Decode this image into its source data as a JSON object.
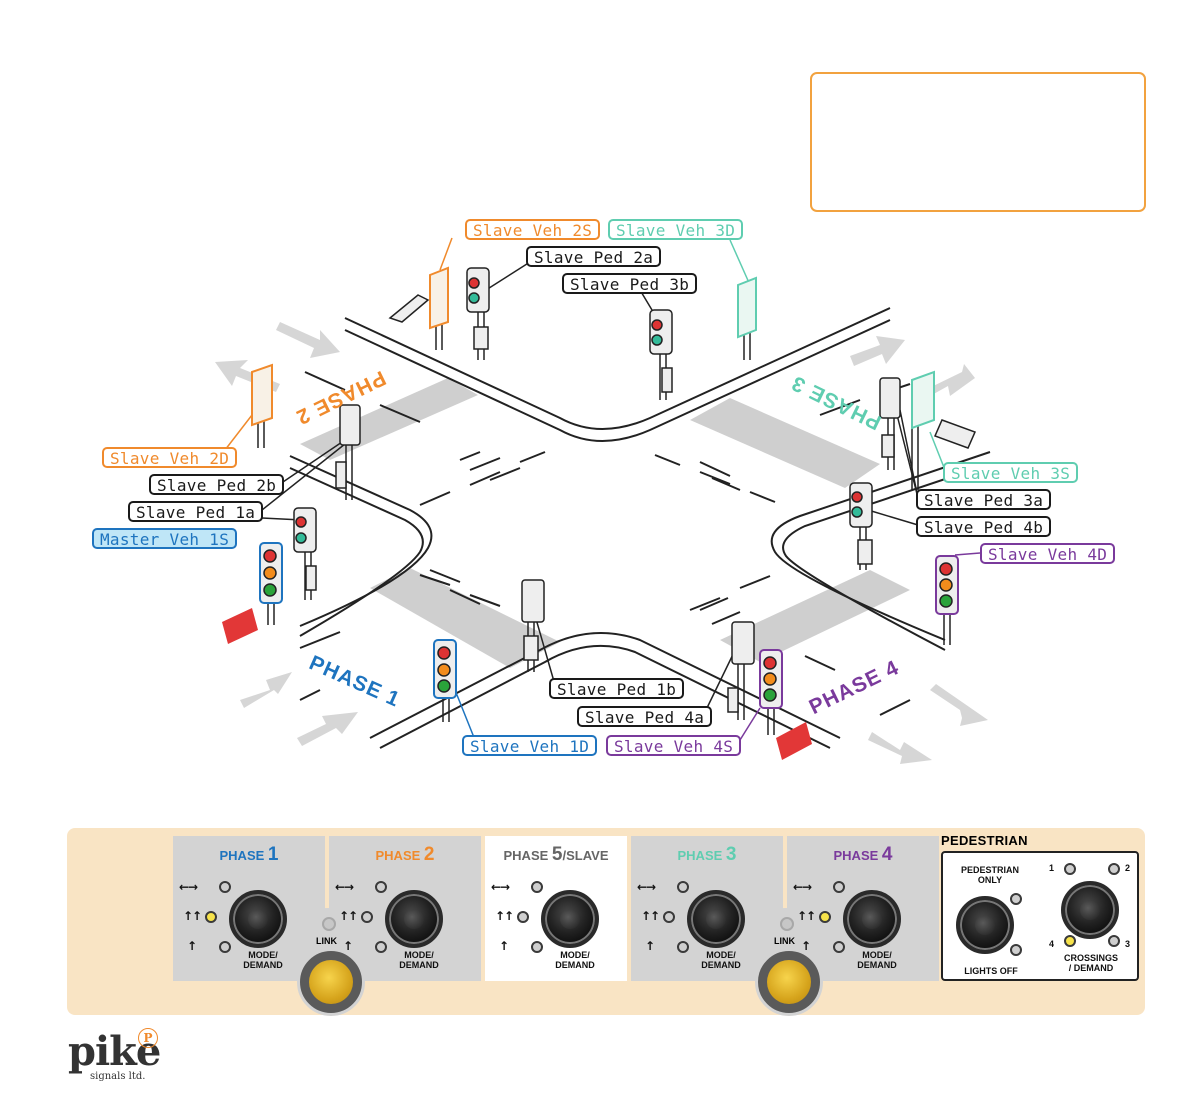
{
  "colors": {
    "phase1": "#1e74bf",
    "phase2": "#f08a2c",
    "phase3": "#5fcdb0",
    "phase4": "#7a3a9c",
    "slave_phase": "#666666",
    "panel_bg": "#f9e4c4",
    "group_bg": "#d3d3d3",
    "info_border": "#f2a23f",
    "led_on": "#f6e24a"
  },
  "diagram": {
    "phase_labels": {
      "phase1": "PHASE 1",
      "phase2": "PHASE 2",
      "phase3": "PHASE 3",
      "phase4": "PHASE 4"
    },
    "callouts": {
      "slave_veh_2s": "Slave Veh 2S",
      "slave_veh_3d": "Slave Veh 3D",
      "slave_ped_2a": "Slave Ped 2a",
      "slave_ped_3b": "Slave Ped 3b",
      "slave_veh_2d": "Slave Veh 2D",
      "slave_ped_2b": "Slave Ped 2b",
      "slave_ped_1a": "Slave Ped 1a",
      "master_veh_1s": "Master Veh 1S",
      "slave_veh_3s": "Slave Veh 3S",
      "slave_ped_3a": "Slave Ped 3a",
      "slave_ped_4b": "Slave Ped 4b",
      "slave_veh_4d": "Slave Veh 4D",
      "slave_ped_1b": "Slave Ped 1b",
      "slave_ped_4a": "Slave Ped 4a",
      "slave_veh_1d": "Slave Veh 1D",
      "slave_veh_4s": "Slave Veh 4S"
    }
  },
  "control_panel": {
    "groups": [
      {
        "id": "phase1",
        "word": "PHASE",
        "num": "1",
        "suffix": "",
        "leds": [
          false,
          true,
          false
        ],
        "mode_label_1": "MODE/",
        "mode_label_2": "DEMAND"
      },
      {
        "id": "phase2",
        "word": "PHASE",
        "num": "2",
        "suffix": "",
        "leds": [
          false,
          false,
          false
        ],
        "mode_label_1": "MODE/",
        "mode_label_2": "DEMAND"
      },
      {
        "id": "phase5",
        "word": "PHASE",
        "num": "5",
        "suffix": "/SLAVE",
        "leds": [
          false,
          false,
          false
        ],
        "mode_label_1": "MODE/",
        "mode_label_2": "DEMAND"
      },
      {
        "id": "phase3",
        "word": "PHASE",
        "num": "3",
        "suffix": "",
        "leds": [
          false,
          false,
          false
        ],
        "mode_label_1": "MODE/",
        "mode_label_2": "DEMAND"
      },
      {
        "id": "phase4",
        "word": "PHASE",
        "num": "4",
        "suffix": "",
        "leds": [
          false,
          true,
          false
        ],
        "mode_label_1": "MODE/",
        "mode_label_2": "DEMAND"
      }
    ],
    "link_label": "LINK",
    "pedestrian": {
      "title": "PEDESTRIAN",
      "ped_only_1": "PEDESTRIAN",
      "ped_only_2": "ONLY",
      "lights_off": "LIGHTS OFF",
      "crossings_1": "CROSSINGS",
      "crossings_2": "/ DEMAND",
      "crossing_numbers": [
        "1",
        "2",
        "3",
        "4"
      ],
      "crossing_leds": [
        false,
        false,
        false,
        true
      ]
    }
  },
  "logo": {
    "word": "pike",
    "sub": "signals ltd.",
    "mark": "P"
  }
}
